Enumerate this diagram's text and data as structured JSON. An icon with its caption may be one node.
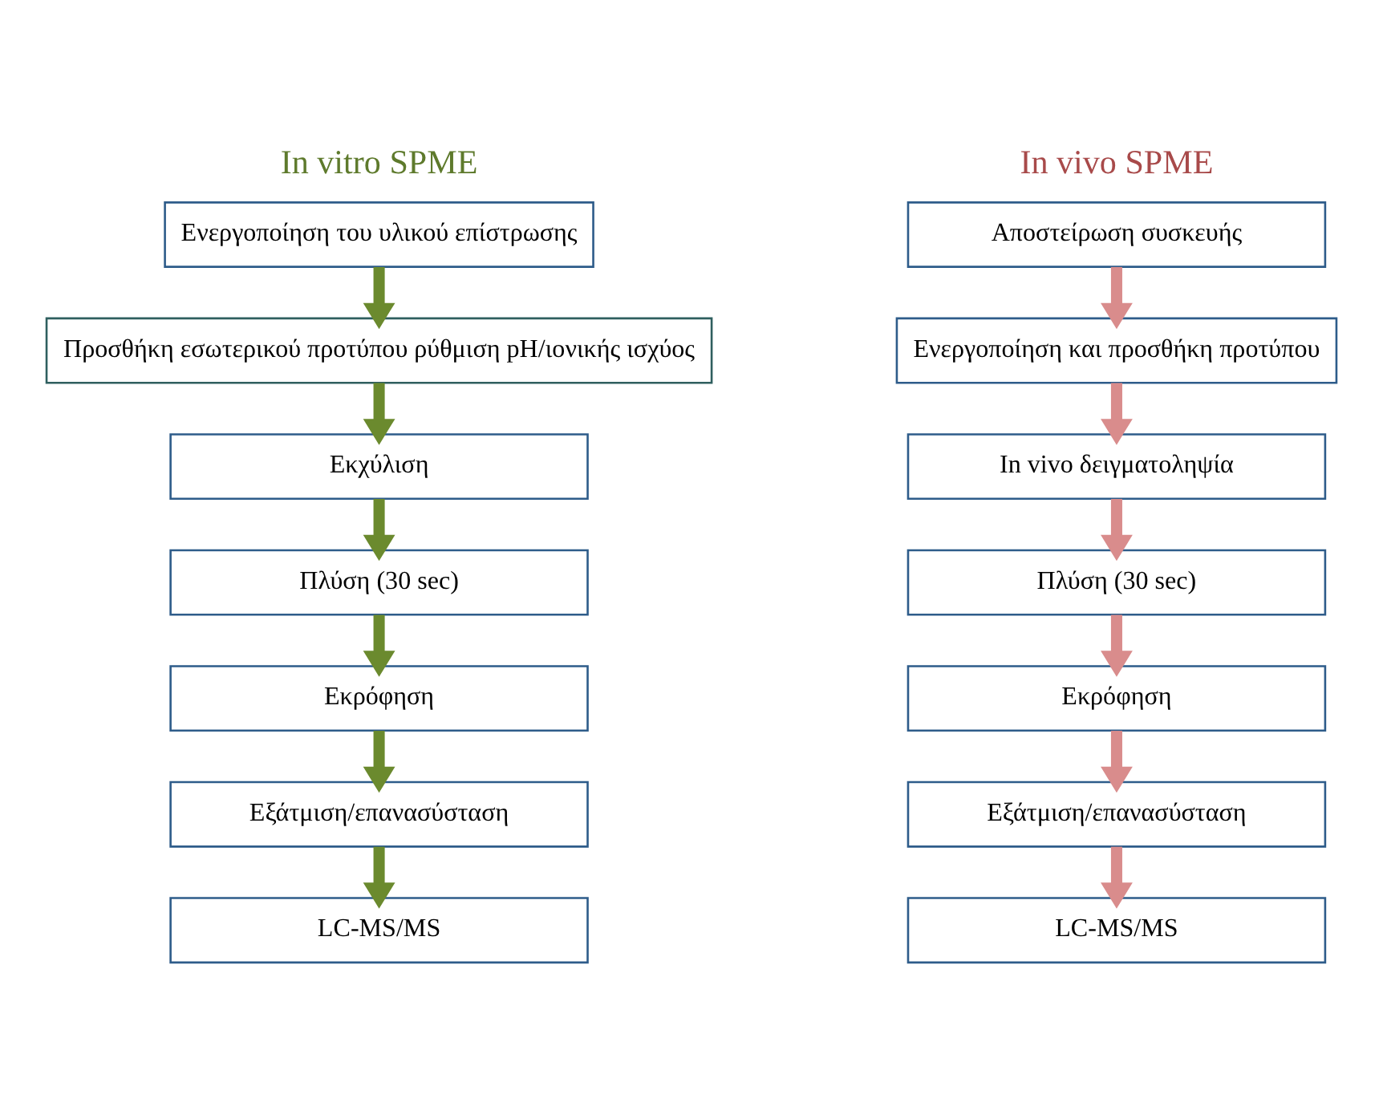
{
  "diagram": {
    "nodes": [
      {
        "text": [
          "Ενεργοποίηση του υλικού επίστρωσης"
        ]
      },
      {
        "text": [
          "Προσθήκη εσωτερικού προτύπου ρύθμιση pH/ιονικής ισχύος"
        ]
      },
      {
        "text": [
          "Εκχύλιση"
        ]
      },
      {
        "text": [
          "Πλύση (30 sec)"
        ]
      },
      {
        "text": [
          "Εκρόφηση"
        ]
      },
      {
        "text": [
          "Εξάτμιση/επανασύσταση"
        ]
      },
      {
        "text": [
          "LC-MS/MS"
        ]
      },
      {
        "text": [
          "Αποστείρωση συσκευής"
        ]
      },
      {
        "text": [
          "Ενεργοποίηση και προσθήκη προτύπου"
        ]
      },
      {
        "text": [
          "In vivo δειγματοληψία"
        ]
      },
      {
        "text": [
          "Πλύση (30 sec)"
        ]
      },
      {
        "text": [
          "Εκρόφηση"
        ]
      },
      {
        "text": [
          "Εξάτμιση/επανασύσταση"
        ]
      },
      {
        "text": [
          "LC-MS/MS"
        ]
      }
    ],
    "edges": [
      {
        "from": 0,
        "to": 1,
        "arrow": "to",
        "color": "#6b8a2e"
      },
      {
        "from": 1,
        "to": 2,
        "arrow": "to",
        "color": "#6b8a2e"
      },
      {
        "from": 2,
        "to": 3,
        "arrow": "to",
        "color": "#6b8a2e"
      },
      {
        "from": 3,
        "to": 4,
        "arrow": "to",
        "color": "#6b8a2e"
      },
      {
        "from": 4,
        "to": 5,
        "arrow": "to",
        "color": "#6b8a2e"
      },
      {
        "from": 5,
        "to": 6,
        "arrow": "to",
        "color": "#6b8a2e"
      },
      {
        "from": 7,
        "to": 8,
        "arrow": "to",
        "color": "#d98c8c"
      },
      {
        "from": 8,
        "to": 9,
        "arrow": "to",
        "color": "#d98c8c"
      },
      {
        "from": 9,
        "to": 10,
        "arrow": "to",
        "color": "#d98c8c"
      },
      {
        "from": 10,
        "to": 11,
        "arrow": "to",
        "color": "#d98c8c"
      },
      {
        "from": 11,
        "to": 12,
        "arrow": "to",
        "color": "#d98c8c"
      },
      {
        "from": 12,
        "to": 13,
        "arrow": "to",
        "color": "#d98c8c"
      }
    ],
    "labels": [
      "In vitro SPME",
      "In vivo SPME"
    ]
  }
}
